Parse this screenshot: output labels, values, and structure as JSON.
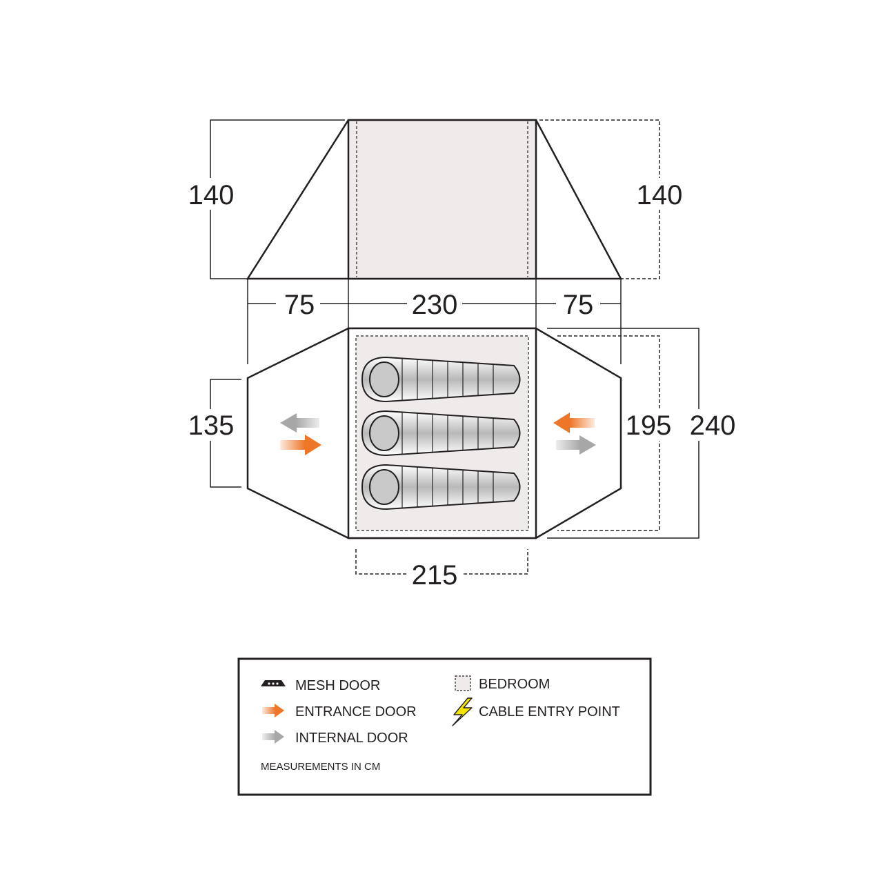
{
  "dimensions": {
    "side_height_left": "140",
    "side_height_right": "140",
    "porch_length_left": "75",
    "bedroom_length": "230",
    "porch_length_right": "75",
    "porch_width_left": "135",
    "bedroom_width": "195",
    "total_width": "240",
    "bedroom_inner_length": "215"
  },
  "legend": {
    "mesh_door": "MESH DOOR",
    "entrance_door": "ENTRANCE DOOR",
    "internal_door": "INTERNAL DOOR",
    "bedroom": "BEDROOM",
    "cable_entry_point": "CABLE ENTRY POINT",
    "units_note": "MEASUREMENTS IN CM"
  },
  "colors": {
    "outline": "#231f20",
    "bedroom_fill": "#eeebea",
    "entrance_arrow": "#ee7628",
    "internal_arrow": "#a7a7a7",
    "cable_bolt": "#f2e600"
  },
  "sleeping_bags": 3
}
